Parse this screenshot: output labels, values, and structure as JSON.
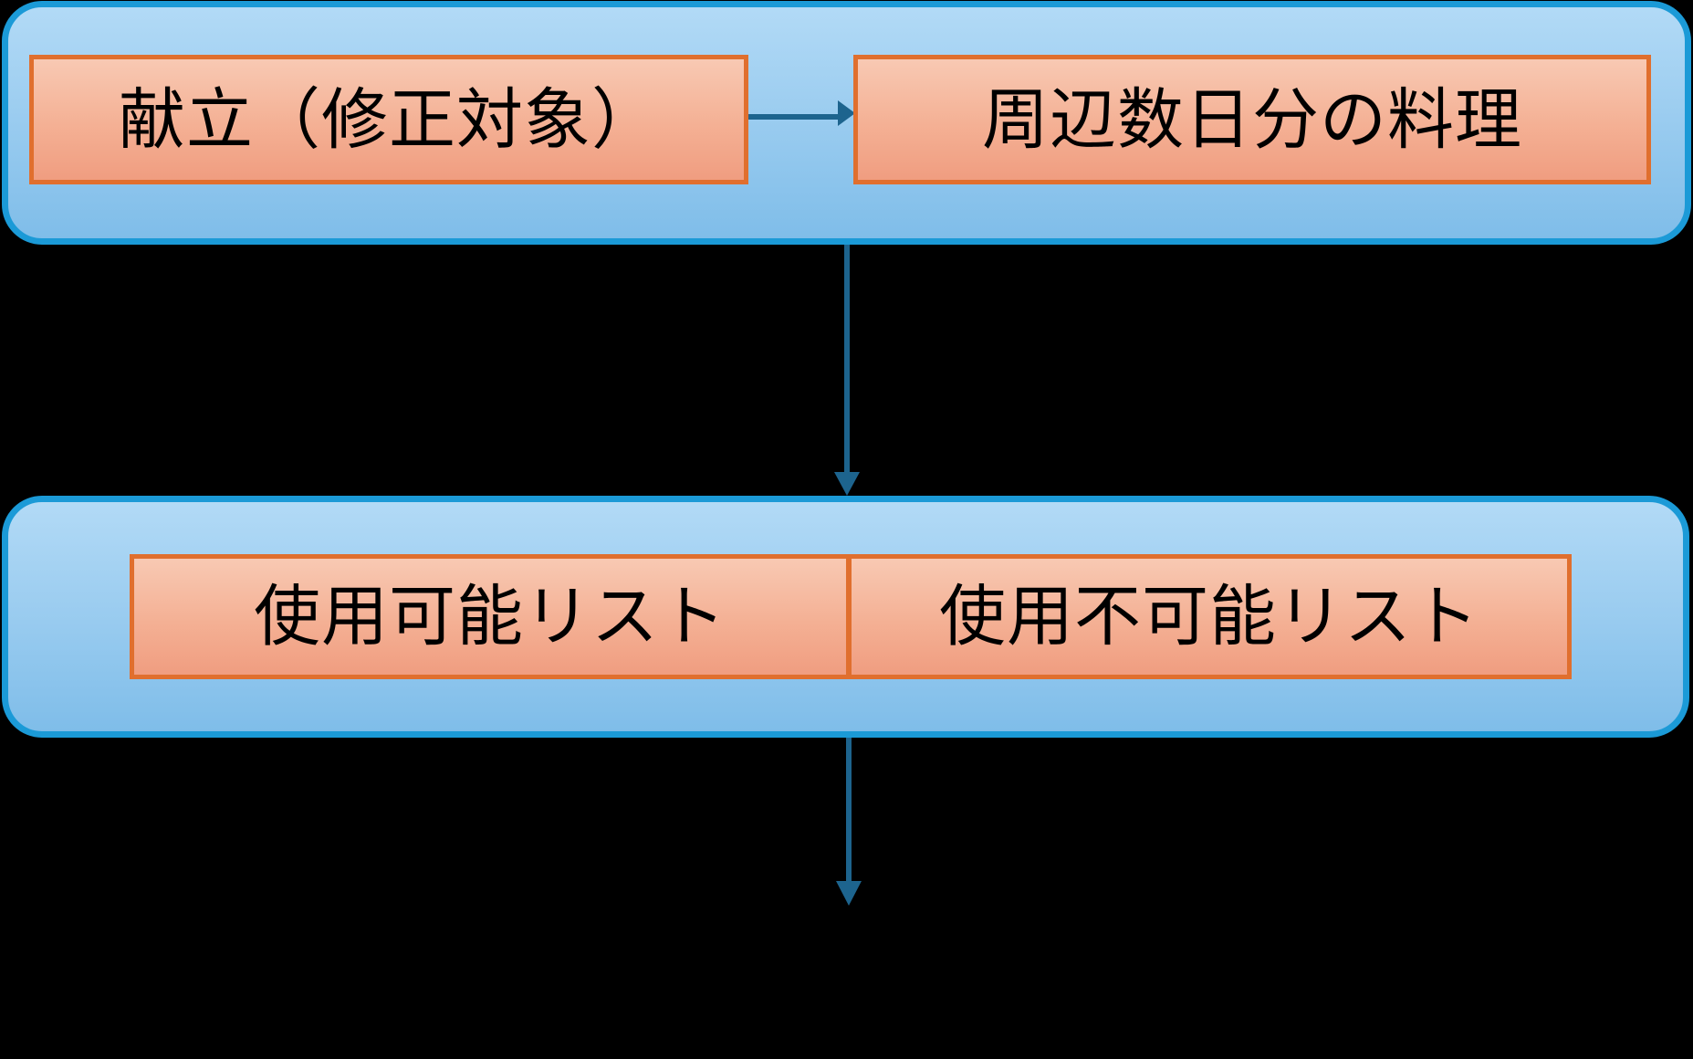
{
  "groups": {
    "top": {
      "menu_box_label": "献立（修正対象）",
      "nearby_dishes_box_label": "周辺数日分の料理"
    },
    "lists": {
      "usable_list_label": "使用可能リスト",
      "unusable_list_label": "使用不可能リスト"
    }
  },
  "colors": {
    "background": "#000000",
    "panel_fill_top": "#b2daf6",
    "panel_fill_bottom": "#7fbde9",
    "panel_border": "#1b9ad7",
    "box_fill_top": "#f8c9b3",
    "box_fill_bottom": "#f09d80",
    "box_border": "#e06f2e",
    "arrow": "#1d648e",
    "text": "#000000"
  }
}
